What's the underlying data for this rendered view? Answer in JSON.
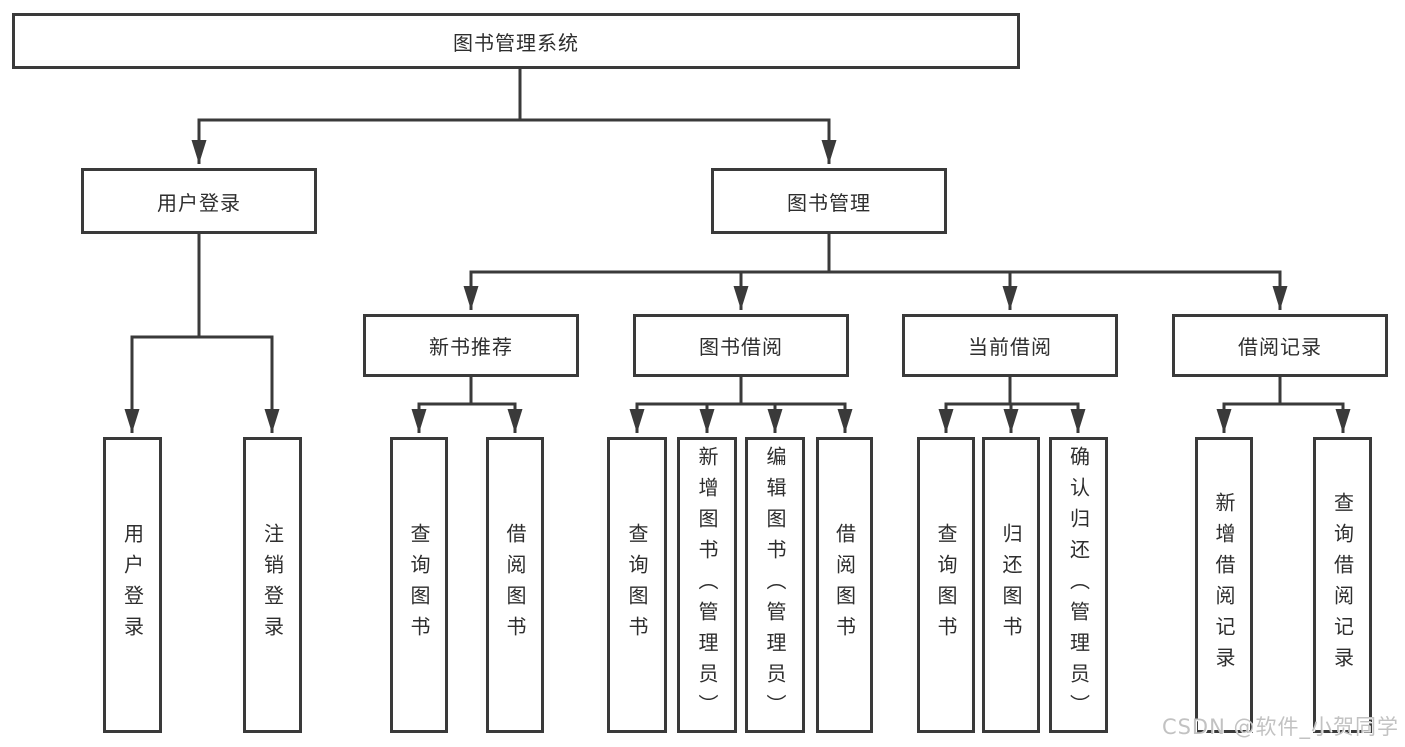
{
  "diagram": {
    "nodes": {
      "root": "图书管理系统",
      "user_login": "用户登录",
      "book_management": "图书管理",
      "new_book_recommend": "新书推荐",
      "book_borrowing": "图书借阅",
      "current_borrowing": "当前借阅",
      "borrowing_records": "借阅记录"
    },
    "leaves": {
      "user_login": [
        "用户登录",
        "注销登录"
      ],
      "new_book_recommend": [
        "查询图书",
        "借阅图书"
      ],
      "book_borrowing": [
        "查询图书",
        "新增图书（管理员）",
        "编辑图书（管理员）",
        "借阅图书"
      ],
      "current_borrowing": [
        "查询图书",
        "归还图书",
        "确认归还（管理员）"
      ],
      "borrowing_records": [
        "新增借阅记录",
        "查询借阅记录"
      ]
    },
    "watermark": "CSDN @软件_小贺同学",
    "colors": {
      "line": "#3a3a3a",
      "text": "#2e2e2e",
      "box_fill": "#ffffff",
      "background": "#ffffff",
      "watermark": "#c2c2c2"
    }
  }
}
